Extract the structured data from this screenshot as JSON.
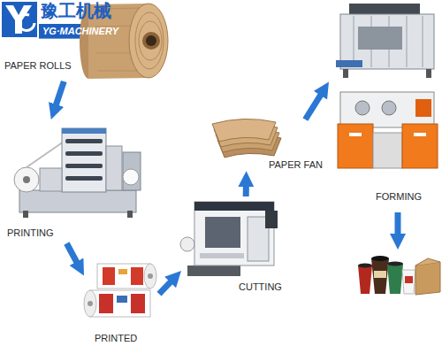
{
  "diagram": {
    "nodes": [
      {
        "text": [
          "PAPER ROLLS"
        ]
      },
      {
        "text": [
          "PRINTING"
        ]
      },
      {
        "text": [
          "PRINTED"
        ]
      },
      {
        "text": [
          "CUTTING"
        ]
      },
      {
        "text": [
          "PAPER FAN"
        ]
      },
      {
        "text": [
          "FORMING"
        ]
      }
    ],
    "edges": [
      {
        "from": 0,
        "to": 1,
        "arrow": "to"
      },
      {
        "from": 1,
        "to": 2,
        "arrow": "to"
      },
      {
        "from": 2,
        "to": 3,
        "arrow": "to"
      },
      {
        "from": 3,
        "to": 4,
        "arrow": "to"
      },
      {
        "from": 4,
        "to": 5,
        "arrow": "to"
      }
    ],
    "labels": [
      "豫工机械",
      "YG·MACHINERY"
    ]
  }
}
